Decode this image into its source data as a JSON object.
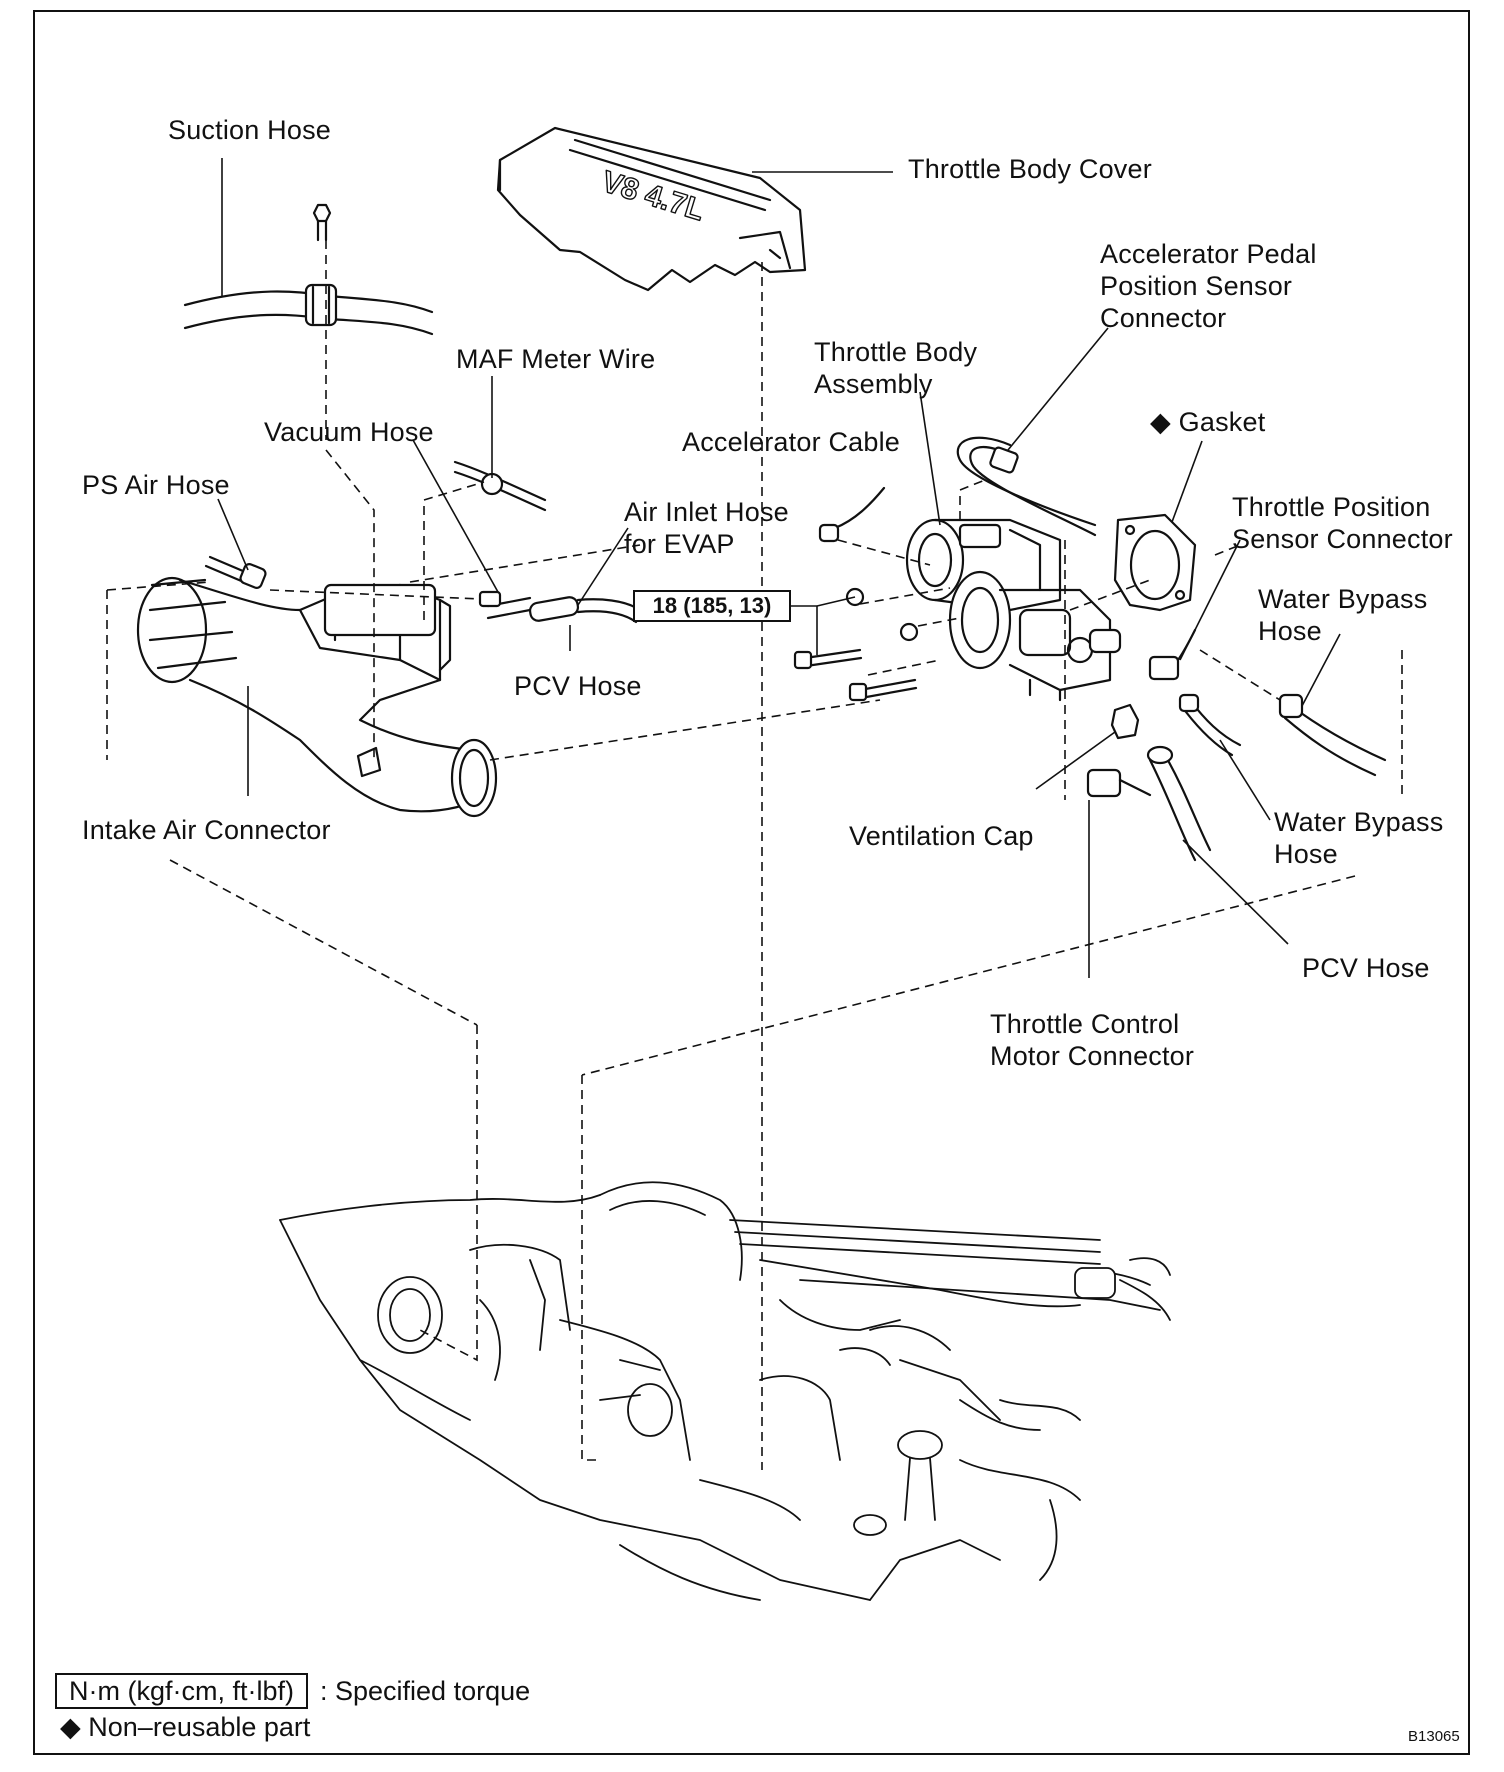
{
  "labels": {
    "suction_hose": "Suction Hose",
    "throttle_body_cover": "Throttle Body Cover",
    "accel_pedal_sensor": "Accelerator Pedal\nPosition Sensor\nConnector",
    "maf_meter_wire": "MAF Meter Wire",
    "throttle_body_assembly": "Throttle Body\nAssembly",
    "gasket": "◆ Gasket",
    "vacuum_hose": "Vacuum Hose",
    "accelerator_cable": "Accelerator Cable",
    "ps_air_hose": "PS Air Hose",
    "air_inlet_hose": "Air Inlet Hose\nfor EVAP",
    "throttle_position_sensor": "Throttle Position\nSensor Connector",
    "water_bypass_hose_1": "Water Bypass\nHose",
    "pcv_hose_1": "PCV Hose",
    "intake_air_connector": "Intake Air Connector",
    "ventilation_cap": "Ventilation Cap",
    "water_bypass_hose_2": "Water Bypass\nHose",
    "pcv_hose_2": "PCV Hose",
    "throttle_control_motor": "Throttle Control\nMotor Connector",
    "cover_emblem": "V8 4.7L"
  },
  "torque_spec": "18 (185, 13)",
  "legend": {
    "torque_unit": "N·m (kgf·cm, ft·lbf)",
    "torque_text": ": Specified torque",
    "non_reusable": "◆ Non–reusable part"
  },
  "figure_code": "B13065"
}
